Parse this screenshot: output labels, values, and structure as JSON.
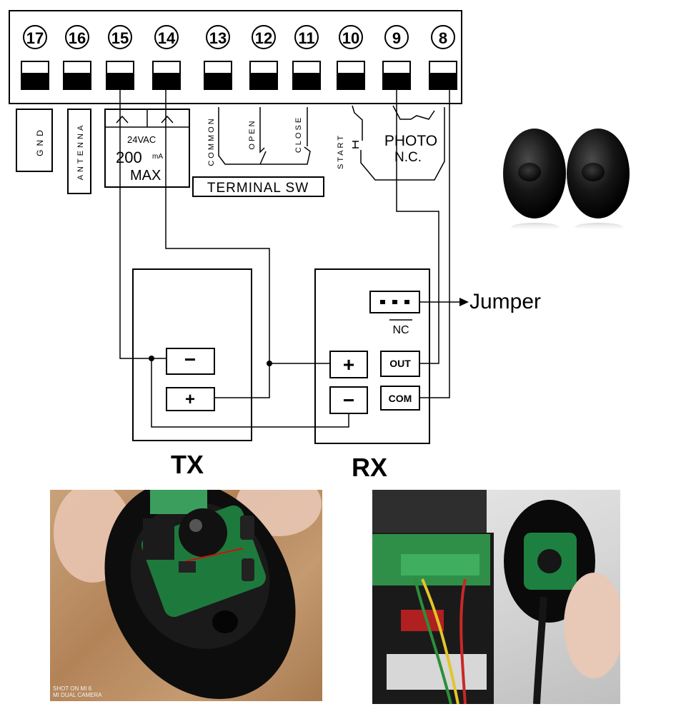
{
  "terminal_block": {
    "numbers": [
      "17",
      "16",
      "15",
      "14",
      "13",
      "12",
      "11",
      "10",
      "9",
      "8"
    ]
  },
  "labels": {
    "gnd": "GND",
    "antenna": "ANTENNA",
    "power_voltage": "24VAC",
    "power_current": "200",
    "power_current_unit": "mA",
    "power_max": "MAX",
    "common": "COMMON",
    "open": "OPEN",
    "close": "CLOSE",
    "terminal_sw": "TERMINAL SW",
    "start": "START",
    "photo": "PHOTO",
    "photo_nc": "N.C."
  },
  "tx": {
    "title": "TX",
    "minus": "−",
    "plus": "+"
  },
  "rx": {
    "title": "RX",
    "plus": "+",
    "minus": "−",
    "out": "OUT",
    "com": "COM",
    "nc": "NC"
  },
  "jumper_label": "Jumper",
  "photo_left": {
    "caption_line1": "SHOT ON MI 6",
    "caption_line2": "MI DUAL CAMERA"
  },
  "colors": {
    "line": "#000000",
    "jumper_wire": "#d01010"
  }
}
